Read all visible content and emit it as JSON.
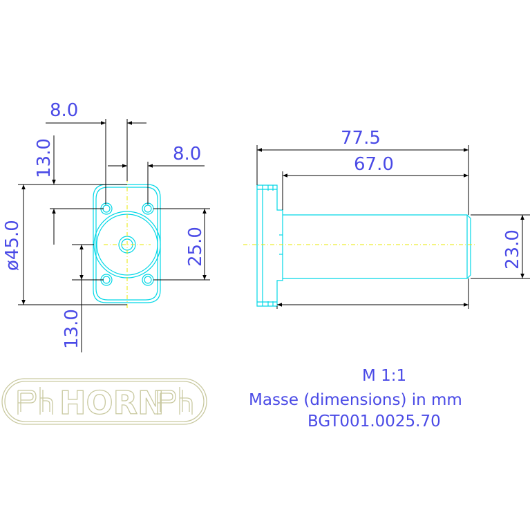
{
  "front_view": {
    "dim_top_width": "8.0",
    "dim_hole_offset": "8.0",
    "dim_top_height": "13.0",
    "dim_bottom_height": "13.0",
    "dim_diameter": "ø45.0",
    "dim_hole_spacing": "25.0"
  },
  "side_view": {
    "dim_total_length": "77.5",
    "dim_shaft_length": "67.0",
    "dim_shaft_diameter": "23.0"
  },
  "title_block": {
    "scale": "M 1:1",
    "units_note": "Masse (dimensions) in mm",
    "part_number": "BGT001.0025.70"
  },
  "logo": {
    "brand": "HORN"
  },
  "colors": {
    "part_outline": "#00d7e6",
    "dimension_lines": "#000000",
    "centerline": "#e8e800",
    "dimension_text": "#4a4ae6",
    "logo": "#c9c9a0"
  }
}
